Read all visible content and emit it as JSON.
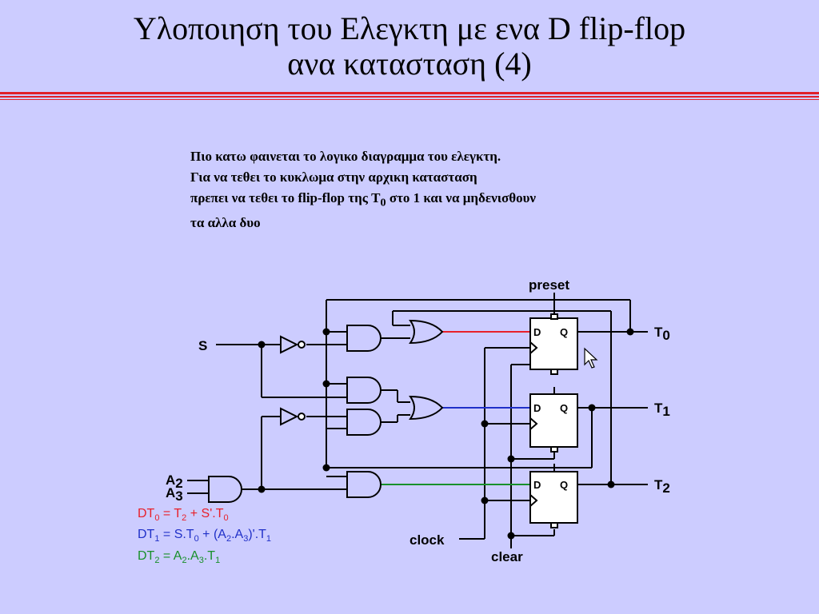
{
  "title": {
    "line1": "Υλοποιηση του Ελεγκτη με ενα D flip-flop",
    "line2": "ανα κατασταση (4)"
  },
  "description": {
    "line1": "Πιο κατω φαινεται το λογικο διαγραμμα του ελεγκτη.",
    "line2": "Για να τεθει το κυκλωμα στην αρχικη κατασταση",
    "line3_pre": "πρεπει να τεθει το flip-flop της T",
    "line3_sub": "0",
    "line3_post": " στο 1  και να μηδενισθουν",
    "line4": "τα αλλα δυο"
  },
  "circuit": {
    "preset": "preset",
    "clock": "clock",
    "clear": "clear",
    "input_s": "S",
    "input_a2": "A",
    "input_a2_sub": "2",
    "input_a3": "A",
    "input_a3_sub": "3",
    "ff_d": "D",
    "ff_q": "Q",
    "out_t0": "T",
    "out_t0_sub": "0",
    "out_t1": "T",
    "out_t1_sub": "1",
    "out_t2": "T",
    "out_t2_sub": "2"
  },
  "equations": {
    "dt0": {
      "p1": "DT",
      "s1": "0",
      "p2": " = T",
      "s2": "2",
      "p3": " + S'.T",
      "s3": "0",
      "color": "#e8202a"
    },
    "dt1": {
      "p1": "DT",
      "s1": "1",
      "p2": " = S.T",
      "s2": "0",
      "p3": " + (A",
      "s3": "2",
      "p4": ".A",
      "s4": "3",
      "p5": ")'.T",
      "s5": "1",
      "color": "#2030c8"
    },
    "dt2": {
      "p1": "DT",
      "s1": "2",
      "p2": " = A",
      "s2": "2",
      "p3": ".A",
      "s3": "3",
      "p4": ".T",
      "s4": "1",
      "color": "#18902a"
    }
  },
  "colors": {
    "background": "#ccccff",
    "rule": "#e0202a",
    "wire": "#000000",
    "net_dt0": "#e8202a",
    "net_dt1": "#2030c8",
    "net_dt2": "#18902a"
  }
}
